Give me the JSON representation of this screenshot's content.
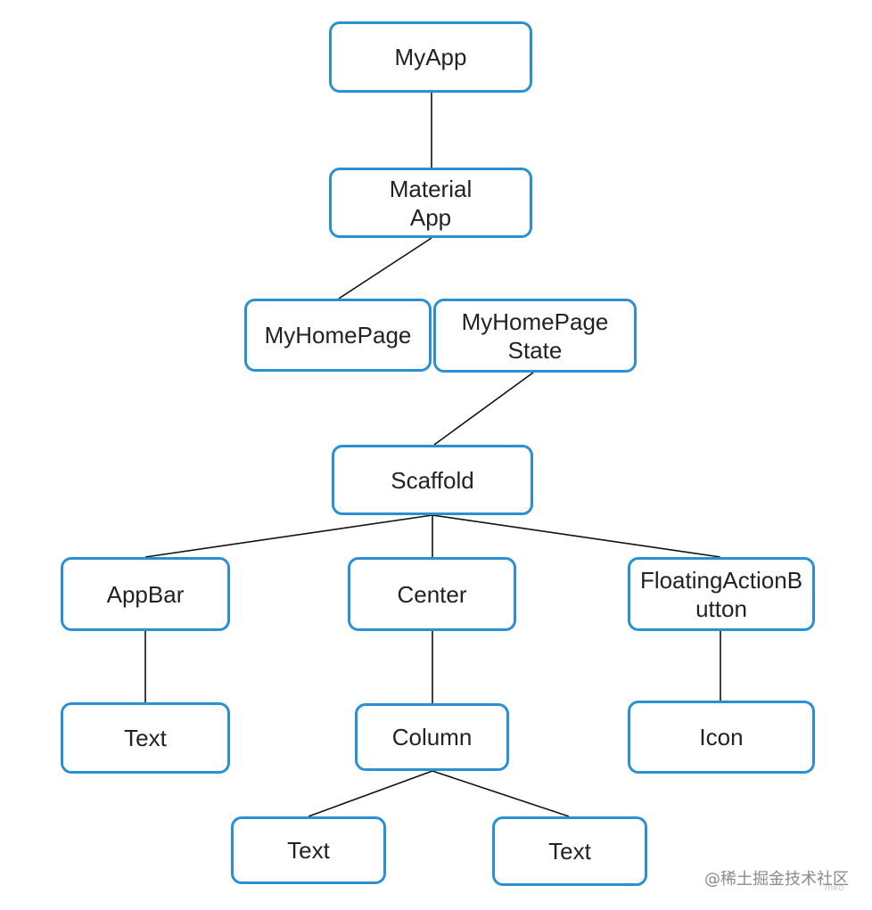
{
  "diagram": {
    "nodes": {
      "myapp": "MyApp",
      "materialapp_line1": "Material",
      "materialapp_line2": "App",
      "myhomepage": "MyHomePage",
      "myhomepagestate_line1": "MyHomePage",
      "myhomepagestate_line2": "State",
      "scaffold": "Scaffold",
      "appbar": "AppBar",
      "center": "Center",
      "fab_line1": "FloatingActionB",
      "fab_line2": "utton",
      "appbar_text": "Text",
      "column": "Column",
      "icon": "Icon",
      "column_text_left": "Text",
      "column_text_right": "Text"
    },
    "colors": {
      "node_border": "#2b8fd3",
      "edge": "#111111",
      "text": "#222222"
    }
  },
  "watermark": {
    "text": "@稀土掘金技术社区",
    "miro": "miro"
  }
}
